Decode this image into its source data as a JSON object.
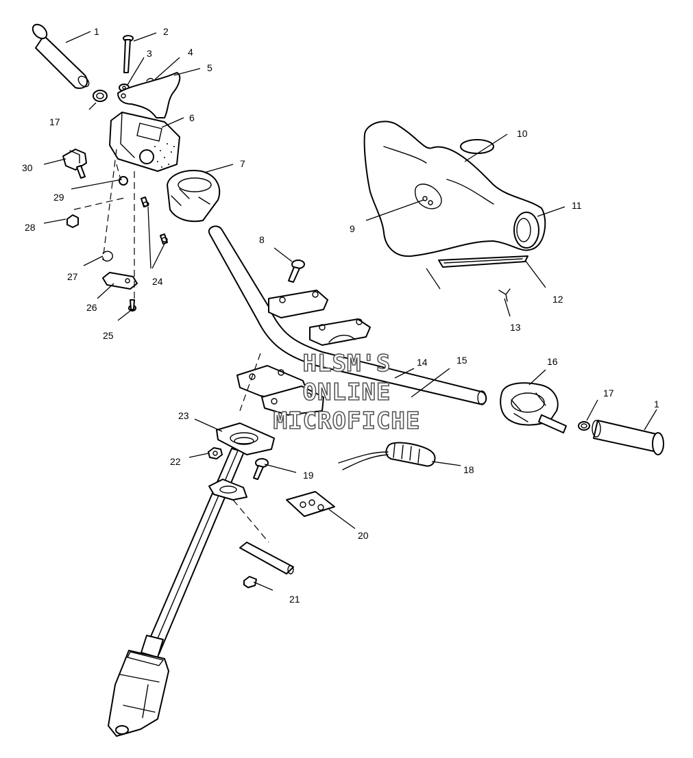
{
  "watermark": {
    "line1": "HLSM'S",
    "line2": "ONLINE",
    "line3": "MICROFICHE"
  },
  "callouts": {
    "c1a": "1",
    "c1b": "1",
    "c2": "2",
    "c3": "3",
    "c4": "4",
    "c5": "5",
    "c6": "6",
    "c7": "7",
    "c8": "8",
    "c9": "9",
    "c10": "10",
    "c11": "11",
    "c12": "12",
    "c13": "13",
    "c14": "14",
    "c15": "15",
    "c16": "16",
    "c17a": "17",
    "c17b": "17",
    "c18": "18",
    "c19": "19",
    "c20": "20",
    "c21": "21",
    "c22": "22",
    "c23": "23",
    "c24": "24",
    "c25": "25",
    "c26": "26",
    "c27": "27",
    "c28": "28",
    "c29": "29",
    "c30": "30"
  }
}
